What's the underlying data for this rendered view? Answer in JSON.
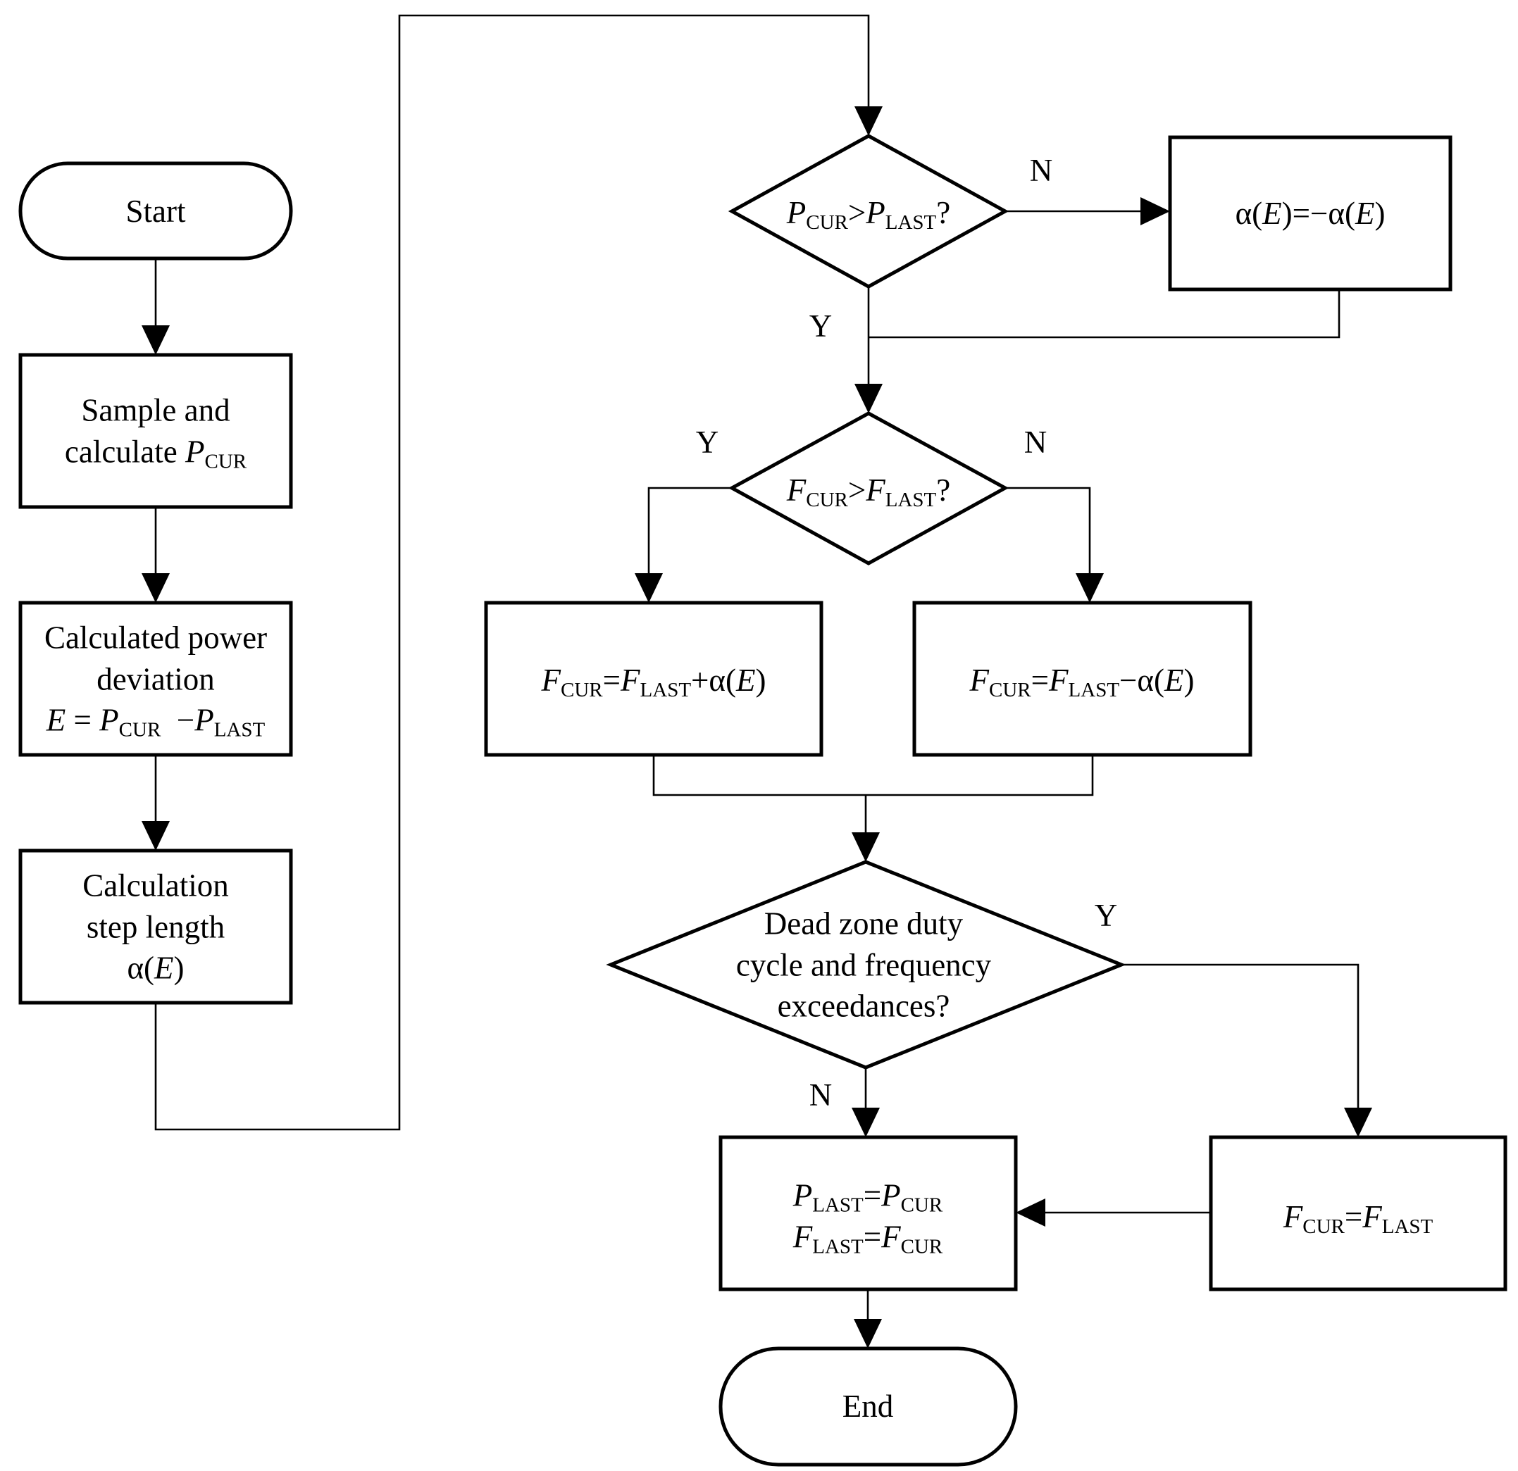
{
  "flowchart": {
    "start": "Start",
    "end": "End",
    "sample": {
      "line1": "Sample and",
      "line2_prefix": "calculate ",
      "P": "P",
      "CUR": "CUR"
    },
    "deviation": {
      "line1": "Calculated power",
      "line2": "deviation",
      "E": "E",
      "eq": " = ",
      "P1": "P",
      "CUR": "CUR",
      "minus": "  −",
      "P2": "P",
      "LAST": "LAST"
    },
    "step": {
      "line1": "Calculation",
      "line2": "step length",
      "alpha": "α(",
      "E": "E",
      "close": ")"
    },
    "decision_p": {
      "P1": "P",
      "CUR": "CUR",
      "op": ">",
      "P2": "P",
      "LAST": "LAST",
      "q": "?"
    },
    "negate": {
      "a1": "α(",
      "E1": "E",
      "mid": ")=−α(",
      "E2": "E",
      "close": ")"
    },
    "decision_f": {
      "F1": "F",
      "CUR": "CUR",
      "op": ">",
      "F2": "F",
      "LAST": "LAST",
      "q": "?"
    },
    "increase": {
      "F1": "F",
      "CUR": "CUR",
      "eq": "=",
      "F2": "F",
      "LAST": "LAST",
      "op": "+α(",
      "E": "E",
      "close": ")"
    },
    "decrease": {
      "F1": "F",
      "CUR": "CUR",
      "eq": "=",
      "F2": "F",
      "LAST": "LAST",
      "op": "−α(",
      "E": "E",
      "close": ")"
    },
    "deadzone": {
      "line1": "Dead zone duty",
      "line2": "cycle and frequency",
      "line3": "exceedances?"
    },
    "update": {
      "P1": "P",
      "LAST1": "LAST",
      "eq1": "=",
      "P2": "P",
      "CUR1": "CUR",
      "F1": "F",
      "LAST2": "LAST",
      "eq2": "=",
      "F2": "F",
      "CUR2": "CUR"
    },
    "hold": {
      "F1": "F",
      "CUR": "CUR",
      "eq": "=",
      "F2": "F",
      "LAST": "LAST"
    },
    "edge_labels": {
      "p_no": "N",
      "p_yes": "Y",
      "f_yes": "Y",
      "f_no": "N",
      "dz_yes": "Y",
      "dz_no": "N"
    }
  }
}
